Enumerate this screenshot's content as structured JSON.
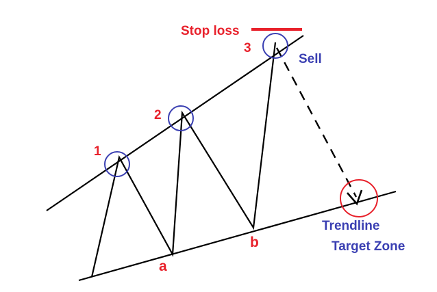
{
  "labels": {
    "stop_loss": "Stop loss",
    "sell": "Sell",
    "peak_1": "1",
    "peak_2": "2",
    "peak_3": "3",
    "trough_a": "a",
    "trough_b": "b",
    "target_line1": "Trendline",
    "target_line2": "Target Zone"
  },
  "colors": {
    "line": "#000000",
    "label_red": "#e8212b",
    "label_blue": "#3a3fb2",
    "peak_circle": "#3a3fb2",
    "target_circle": "#e8212b",
    "stop_loss_bar": "#e8212b"
  }
}
